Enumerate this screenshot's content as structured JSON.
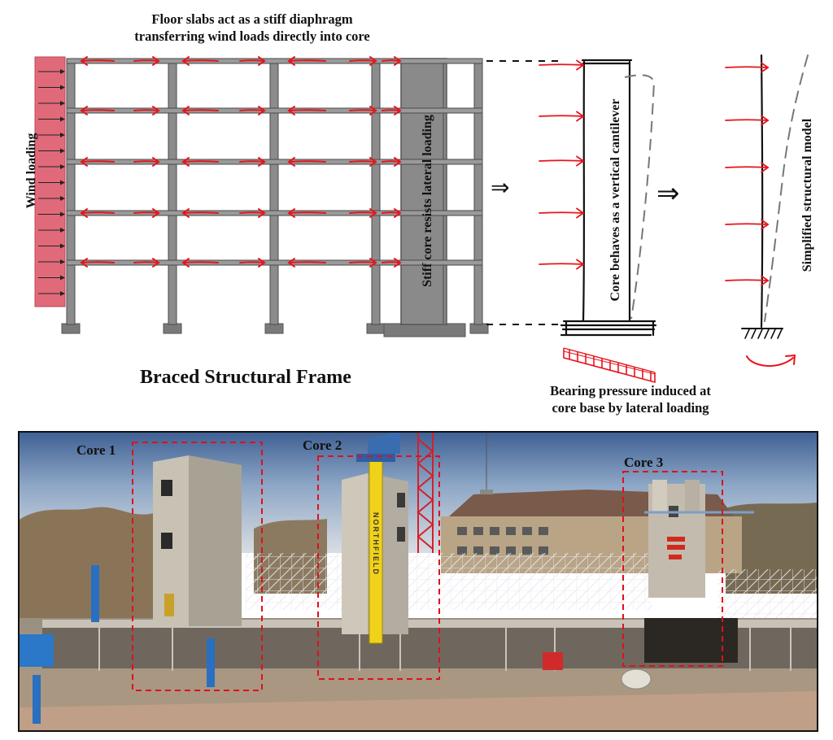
{
  "diagram": {
    "top_caption_line1": "Floor slabs act as a stiff diaphragm",
    "top_caption_line2": "transferring wind loads directly into core",
    "wind_label": "Wind loading",
    "core_label": "Stiff core resists lateral loading",
    "frame_title": "Braced Structural Frame",
    "cantilever_label": "Core behaves as a vertical cantilever",
    "bearing_line1": "Bearing pressure induced at",
    "bearing_line2": "core base by lateral loading",
    "model_label": "Simplified structural model",
    "implies_symbol_1": "⇒",
    "implies_symbol_2": "⇒",
    "colors": {
      "wind_fill": "#e06a7a",
      "arrow_red": "#e8141c",
      "frame_grey": "#8c8c8c",
      "core_grey": "#8a8a8a",
      "box_red": "#e0101c"
    }
  },
  "photo": {
    "core1_label": "Core 1",
    "core2_label": "Core 2",
    "core3_label": "Core 3",
    "crane_text": "NORTHFIELD"
  }
}
